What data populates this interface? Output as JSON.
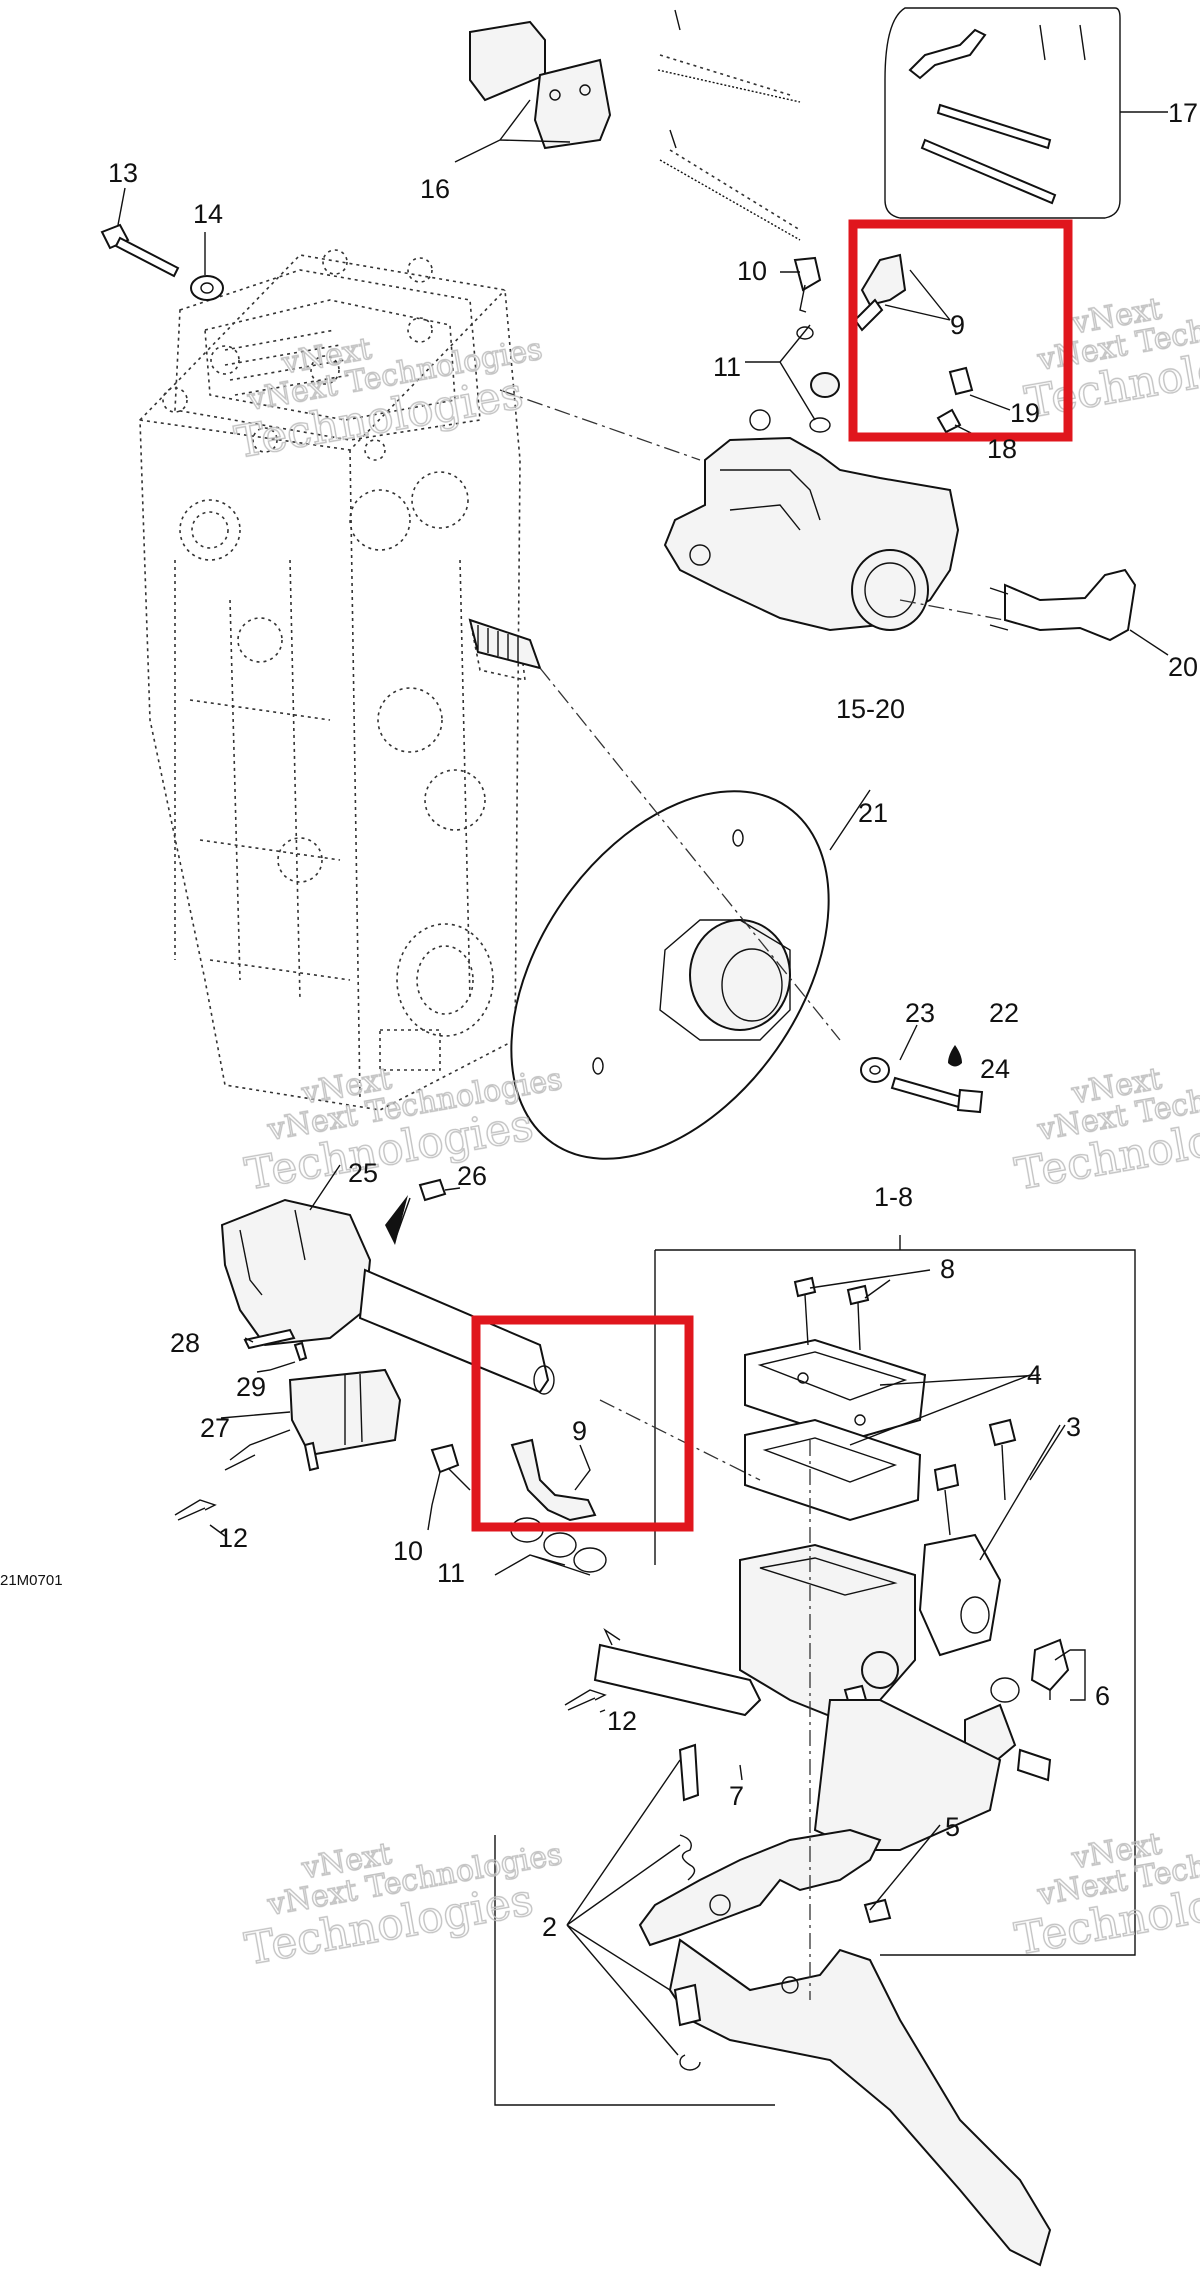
{
  "diagram": {
    "drawing_code": "21M0701",
    "watermark": {
      "line1": "vNext",
      "line2": "vNext Technologies",
      "line3": "Technologies"
    },
    "highlight_color": "#e0161d",
    "callouts": {
      "c1_8": "1-8",
      "c2": "2",
      "c3": "3",
      "c4": "4",
      "c5": "5",
      "c6": "6",
      "c7": "7",
      "c8": "8",
      "c9_top": "9",
      "c9_bottom": "9",
      "c10_top": "10",
      "c10_bottom": "10",
      "c11_top": "11",
      "c11_bottom": "11",
      "c12_left": "12",
      "c12_right": "12",
      "c13": "13",
      "c14": "14",
      "c15_20": "15-20",
      "c16": "16",
      "c17": "17",
      "c18": "18",
      "c19": "19",
      "c20": "20",
      "c21": "21",
      "c22": "22",
      "c23": "23",
      "c24": "24",
      "c25": "25",
      "c26": "26",
      "c27": "27",
      "c28": "28",
      "c29": "29"
    }
  }
}
